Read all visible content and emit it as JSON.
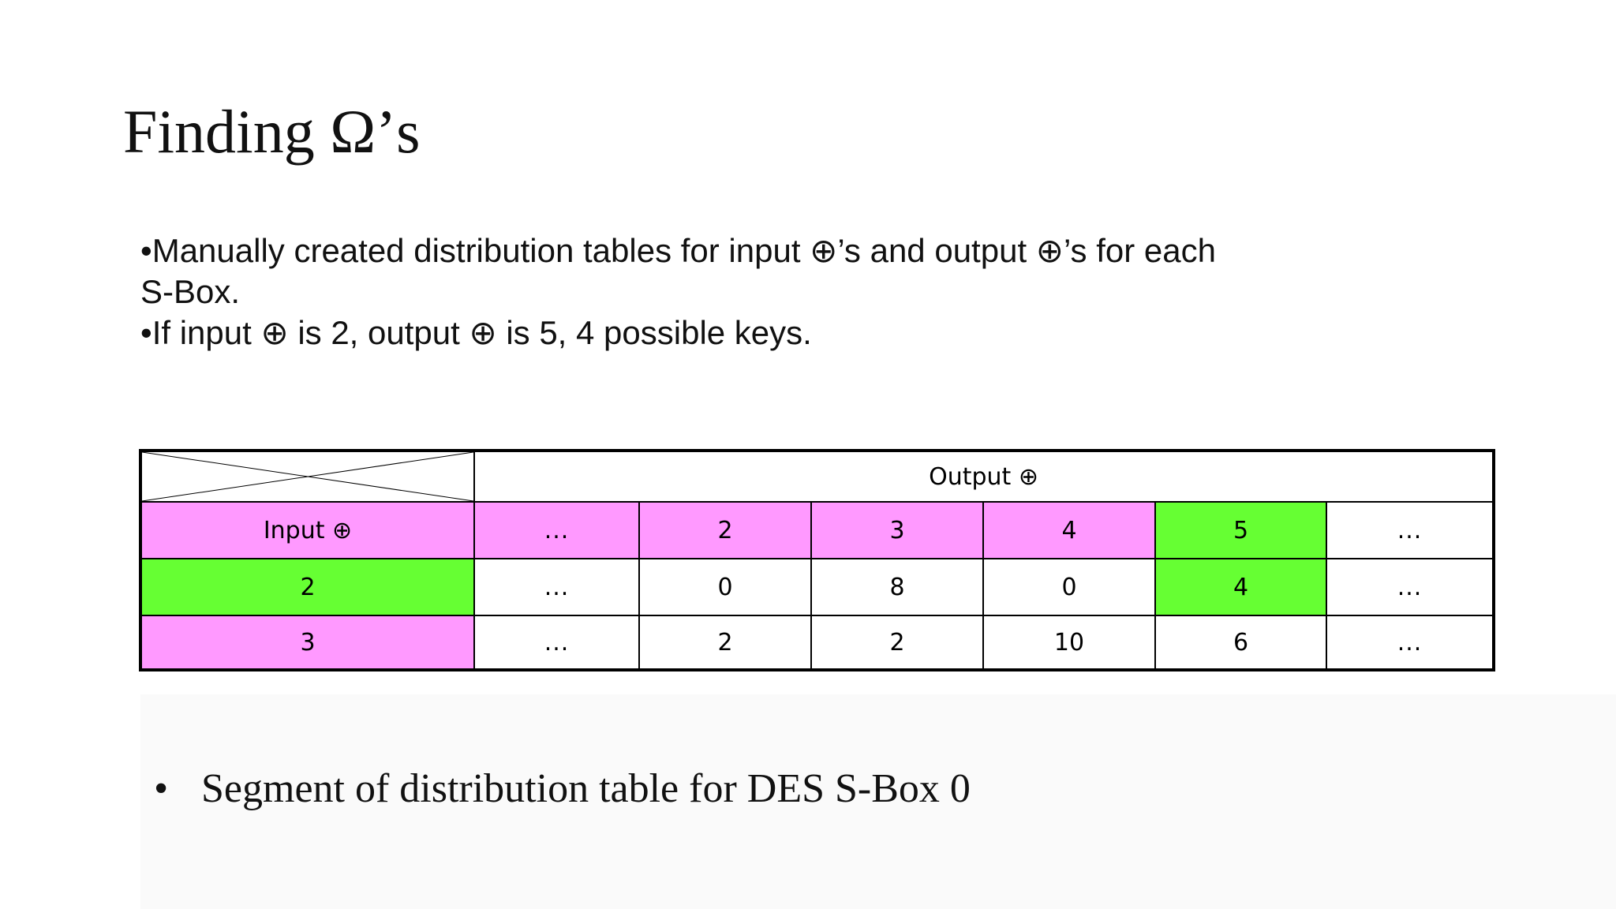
{
  "title": "Finding Ω’s",
  "bullets": [
    "•Manually created distribution tables for input ⊕’s and output ⊕’s for each S-Box.",
    "•If input ⊕ is 2, output ⊕ is 5, 4 possible keys."
  ],
  "table": {
    "output_header": "Output ⊕",
    "input_header": "Input ⊕",
    "columns": [
      "...",
      "2",
      "3",
      "4",
      "5",
      "..."
    ],
    "rows": [
      {
        "input": "2",
        "cells": [
          "...",
          "0",
          "8",
          "0",
          "4",
          "..."
        ]
      },
      {
        "input": "3",
        "cells": [
          "...",
          "2",
          "2",
          "10",
          "6",
          "..."
        ]
      }
    ]
  },
  "note": {
    "bullet": "•",
    "text": "Segment of distribution table for DES S-Box 0"
  },
  "colors": {
    "header_fill": "#ff99ff",
    "highlight_fill": "#66ff33"
  }
}
